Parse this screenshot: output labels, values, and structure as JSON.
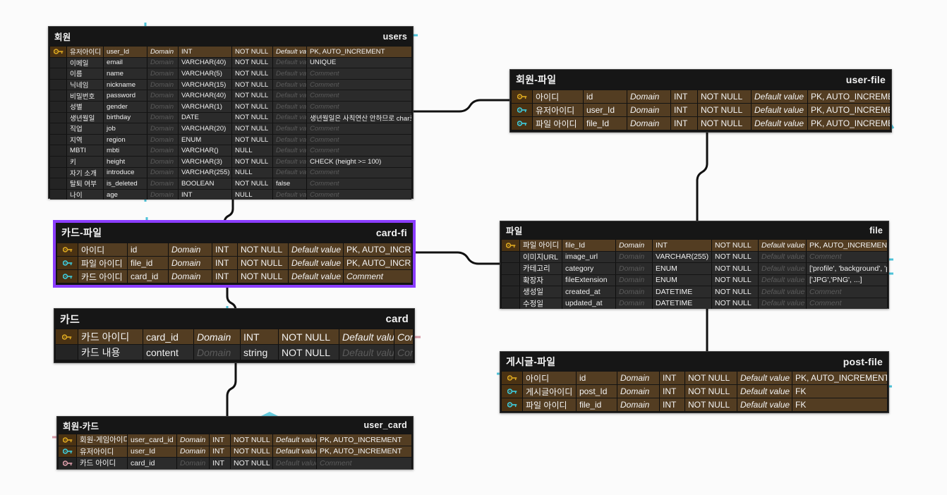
{
  "diagram": {
    "title": "ERD",
    "background_color": "#fbfbfb",
    "selection_color": "#8b3dff",
    "link_color": "#111111",
    "stub_color": "#4ec3d9"
  },
  "legend": {
    "key_pk_color": "#d9a520",
    "key_fk_color": "#3ec8d8",
    "key_alt_color": "#d79aa6",
    "pk_row_bg": "#533d22",
    "plain_row_bg": "#2b2b2b",
    "card_bg": "#141414"
  },
  "columns_meta": {
    "domain_placeholder": "Domain",
    "default_placeholder": "Default value",
    "comment_placeholder": "Comment"
  },
  "tables": [
    {
      "id": "users",
      "name_ko": "회원",
      "name_en": "users",
      "selected": false,
      "rows": [
        {
          "key": "pk",
          "ko": "유저아이디",
          "name": "user_Id",
          "domain": "Domain",
          "type": "INT",
          "null": "NOT NULL",
          "default": "Default value",
          "comment": "PK, AUTO_INCREMENT",
          "pk_row": true,
          "comment_muted": false,
          "default_muted": true
        },
        {
          "key": "none",
          "ko": "이메일",
          "name": "email",
          "domain": "Domain",
          "type": "VARCHAR(40)",
          "null": "NOT NULL",
          "default": "Default value",
          "comment": "UNIQUE",
          "pk_row": false,
          "comment_muted": false,
          "default_muted": true
        },
        {
          "key": "none",
          "ko": "이름",
          "name": "name",
          "domain": "Domain",
          "type": "VARCHAR(5)",
          "null": "NOT NULL",
          "default": "Default value",
          "comment": "Comment",
          "pk_row": false,
          "comment_muted": true,
          "default_muted": true
        },
        {
          "key": "none",
          "ko": "닉네임",
          "name": "nickname",
          "domain": "Domain",
          "type": "VARCHAR(15)",
          "null": "NOT NULL",
          "default": "Default value",
          "comment": "Comment",
          "pk_row": false,
          "comment_muted": true,
          "default_muted": true
        },
        {
          "key": "none",
          "ko": "비밀번호",
          "name": "password",
          "domain": "Domain",
          "type": "VARCHAR(40)",
          "null": "NOT NULL",
          "default": "Default value",
          "comment": "Comment",
          "pk_row": false,
          "comment_muted": true,
          "default_muted": true
        },
        {
          "key": "none",
          "ko": "성별",
          "name": "gender",
          "domain": "Domain",
          "type": "VARCHAR(1)",
          "null": "NOT NULL",
          "default": "Default value",
          "comment": "Comment",
          "pk_row": false,
          "comment_muted": true,
          "default_muted": true
        },
        {
          "key": "none",
          "ko": "생년월일",
          "name": "birthday",
          "domain": "Domain",
          "type": "DATE",
          "null": "NOT NULL",
          "default": "Default value",
          "comment": "생년월일은 사칙연산 안하므로 char로함",
          "pk_row": false,
          "comment_muted": false,
          "default_muted": true
        },
        {
          "key": "none",
          "ko": "직업",
          "name": "job",
          "domain": "Domain",
          "type": "VARCHAR(20)",
          "null": "NOT NULL",
          "default": "Default value",
          "comment": "Comment",
          "pk_row": false,
          "comment_muted": true,
          "default_muted": true
        },
        {
          "key": "none",
          "ko": "지역",
          "name": "region",
          "domain": "Domain",
          "type": "ENUM",
          "null": "NOT NULL",
          "default": "Default value",
          "comment": "Comment",
          "pk_row": false,
          "comment_muted": true,
          "default_muted": true
        },
        {
          "key": "none",
          "ko": "MBTI",
          "name": "mbti",
          "domain": "Domain",
          "type": "VARCHAR()",
          "null": "NULL",
          "default": "Default value",
          "comment": "Comment",
          "pk_row": false,
          "comment_muted": true,
          "default_muted": true
        },
        {
          "key": "none",
          "ko": "키",
          "name": "height",
          "domain": "Domain",
          "type": "VARCHAR(3)",
          "null": "NOT NULL",
          "default": "Default value",
          "comment": "CHECK (height >= 100)",
          "pk_row": false,
          "comment_muted": false,
          "default_muted": true
        },
        {
          "key": "none",
          "ko": "자기 소개",
          "name": "introduce",
          "domain": "Domain",
          "type": "VARCHAR(255)",
          "null": "NULL",
          "default": "Default value",
          "comment": "Comment",
          "pk_row": false,
          "comment_muted": true,
          "default_muted": true
        },
        {
          "key": "none",
          "ko": "탈퇴 여부",
          "name": "is_deleted",
          "domain": "Domain",
          "type": "BOOLEAN",
          "null": "NOT NULL",
          "default": "false",
          "comment": "Comment",
          "pk_row": false,
          "comment_muted": true,
          "default_muted": false
        },
        {
          "key": "none",
          "ko": "나이",
          "name": "age",
          "domain": "Domain",
          "type": "INT",
          "null": "NULL",
          "default": "Default value",
          "comment": "Comment",
          "pk_row": false,
          "comment_muted": true,
          "default_muted": true
        }
      ]
    },
    {
      "id": "userfile",
      "name_ko": "회원-파일",
      "name_en": "user-file",
      "selected": false,
      "rows": [
        {
          "key": "pk",
          "ko": "아이디",
          "name": "id",
          "domain": "Domain",
          "type": "INT",
          "null": "NOT NULL",
          "default": "Default value",
          "comment": "PK, AUTO_INCREMENT",
          "pk_row": true,
          "comment_muted": false,
          "default_muted": true
        },
        {
          "key": "fk",
          "ko": "유저아이디",
          "name": "user_Id",
          "domain": "Domain",
          "type": "INT",
          "null": "NOT NULL",
          "default": "Default value",
          "comment": "PK, AUTO_INCREMENT",
          "pk_row": true,
          "comment_muted": false,
          "default_muted": true
        },
        {
          "key": "fk",
          "ko": "파일 아이디",
          "name": "file_Id",
          "domain": "Domain",
          "type": "INT",
          "null": "NOT NULL",
          "default": "Default value",
          "comment": "PK, AUTO_INCREMENT",
          "pk_row": true,
          "comment_muted": false,
          "default_muted": true
        }
      ]
    },
    {
      "id": "cardfile",
      "name_ko": "카드-파일",
      "name_en": "card-fi",
      "selected": true,
      "rows": [
        {
          "key": "pk",
          "ko": "아이디",
          "name": "id",
          "domain": "Domain",
          "type": "INT",
          "null": "NOT NULL",
          "default": "Default value",
          "comment": "PK, AUTO_INCREMENT",
          "pk_row": true,
          "comment_muted": false,
          "default_muted": true
        },
        {
          "key": "fk",
          "ko": "파일 아이디",
          "name": "file_id",
          "domain": "Domain",
          "type": "INT",
          "null": "NOT NULL",
          "default": "Default value",
          "comment": "PK, AUTO_INCREMENT",
          "pk_row": true,
          "comment_muted": false,
          "default_muted": true
        },
        {
          "key": "fk",
          "ko": "카드 아이디",
          "name": "card_id",
          "domain": "Domain",
          "type": "INT",
          "null": "NOT NULL",
          "default": "Default value",
          "comment": "Comment",
          "pk_row": true,
          "comment_muted": true,
          "default_muted": true
        }
      ]
    },
    {
      "id": "card",
      "name_ko": "카드",
      "name_en": "card",
      "selected": false,
      "rows": [
        {
          "key": "pk",
          "ko": "카드 아이디",
          "name": "card_id",
          "domain": "Domain",
          "type": "INT",
          "null": "NOT NULL",
          "default": "Default value",
          "comment": "Comment",
          "pk_row": true,
          "comment_muted": true,
          "default_muted": true
        },
        {
          "key": "none",
          "ko": "카드 내용",
          "name": "content",
          "domain": "Domain",
          "type": "string",
          "null": "NOT NULL",
          "default": "Default value",
          "comment": "Comment",
          "pk_row": false,
          "comment_muted": true,
          "default_muted": true
        }
      ]
    },
    {
      "id": "usercard",
      "name_ko": "회원-카드",
      "name_en": "user_card",
      "selected": false,
      "rows": [
        {
          "key": "pk",
          "ko": "회원-게임아이디",
          "name": "user_card_id",
          "domain": "Domain",
          "type": "INT",
          "null": "NOT NULL",
          "default": "Default value",
          "comment": "PK, AUTO_INCREMENT",
          "pk_row": true,
          "comment_muted": false,
          "default_muted": true
        },
        {
          "key": "fk",
          "ko": "유저아이디",
          "name": "user_Id",
          "domain": "Domain",
          "type": "INT",
          "null": "NOT NULL",
          "default": "Default value",
          "comment": "PK, AUTO_INCREMENT",
          "pk_row": true,
          "comment_muted": false,
          "default_muted": true
        },
        {
          "key": "alt",
          "ko": "카드 아이디",
          "name": "card_id",
          "domain": "Domain",
          "type": "INT",
          "null": "NOT NULL",
          "default": "Default value",
          "comment": "Comment",
          "pk_row": false,
          "comment_muted": true,
          "default_muted": true
        }
      ]
    },
    {
      "id": "file",
      "name_ko": "파일",
      "name_en": "file",
      "selected": false,
      "rows": [
        {
          "key": "pk",
          "ko": "파일 아이디",
          "name": "file_Id",
          "domain": "Domain",
          "type": "INT",
          "null": "NOT NULL",
          "default": "Default value",
          "comment": "PK, AUTO_INCREMENT",
          "pk_row": true,
          "comment_muted": false,
          "default_muted": true
        },
        {
          "key": "none",
          "ko": "이미지URL",
          "name": "image_url",
          "domain": "Domain",
          "type": "VARCHAR(255)",
          "null": "NOT NULL",
          "default": "Default value",
          "comment": "Comment",
          "pk_row": false,
          "comment_muted": true,
          "default_muted": true
        },
        {
          "key": "none",
          "ko": "카테고리",
          "name": "category",
          "domain": "Domain",
          "type": "ENUM",
          "null": "NOT NULL",
          "default": "Default value",
          "comment": "['profile', 'background', 'post','card',]",
          "pk_row": false,
          "comment_muted": false,
          "default_muted": true
        },
        {
          "key": "none",
          "ko": "확장자",
          "name": "fileExtension",
          "domain": "Domain",
          "type": "ENUM",
          "null": "NOT NULL",
          "default": "Default value",
          "comment": "['JPG','PNG', ...]",
          "pk_row": false,
          "comment_muted": false,
          "default_muted": true
        },
        {
          "key": "none",
          "ko": "생성일",
          "name": "created_at",
          "domain": "Domain",
          "type": "DATETIME",
          "null": "NOT NULL",
          "default": "Default value",
          "comment": "Comment",
          "pk_row": false,
          "comment_muted": true,
          "default_muted": true
        },
        {
          "key": "none",
          "ko": "수정일",
          "name": "updated_at",
          "domain": "Domain",
          "type": "DATETIME",
          "null": "NOT NULL",
          "default": "Default value",
          "comment": "Comment",
          "pk_row": false,
          "comment_muted": true,
          "default_muted": true
        }
      ]
    },
    {
      "id": "postfile",
      "name_ko": "게시글-파일",
      "name_en": "post-file",
      "selected": false,
      "rows": [
        {
          "key": "pk",
          "ko": "아이디",
          "name": "id",
          "domain": "Domain",
          "type": "INT",
          "null": "NOT NULL",
          "default": "Default value",
          "comment": "PK, AUTO_INCREMENT",
          "pk_row": true,
          "comment_muted": false,
          "default_muted": true
        },
        {
          "key": "fk",
          "ko": "게시글아이디",
          "name": "post_Id",
          "domain": "Domain",
          "type": "INT",
          "null": "NOT NULL",
          "default": "Default value",
          "comment": "FK",
          "pk_row": true,
          "comment_muted": false,
          "default_muted": true
        },
        {
          "key": "fk",
          "ko": "파일 아이디",
          "name": "file_id",
          "domain": "Domain",
          "type": "INT",
          "null": "NOT NULL",
          "default": "Default value",
          "comment": "FK",
          "pk_row": true,
          "comment_muted": false,
          "default_muted": true
        }
      ]
    }
  ],
  "relationships": [
    {
      "from": "users",
      "to": "userfile",
      "label": ""
    },
    {
      "from": "users",
      "to": "cardfile",
      "label": ""
    },
    {
      "from": "cardfile",
      "to": "file",
      "label": ""
    },
    {
      "from": "cardfile",
      "to": "card",
      "label": ""
    },
    {
      "from": "card",
      "to": "usercard",
      "label": ""
    },
    {
      "from": "userfile",
      "to": "file",
      "label": ""
    },
    {
      "from": "file",
      "to": "postfile",
      "label": ""
    }
  ]
}
